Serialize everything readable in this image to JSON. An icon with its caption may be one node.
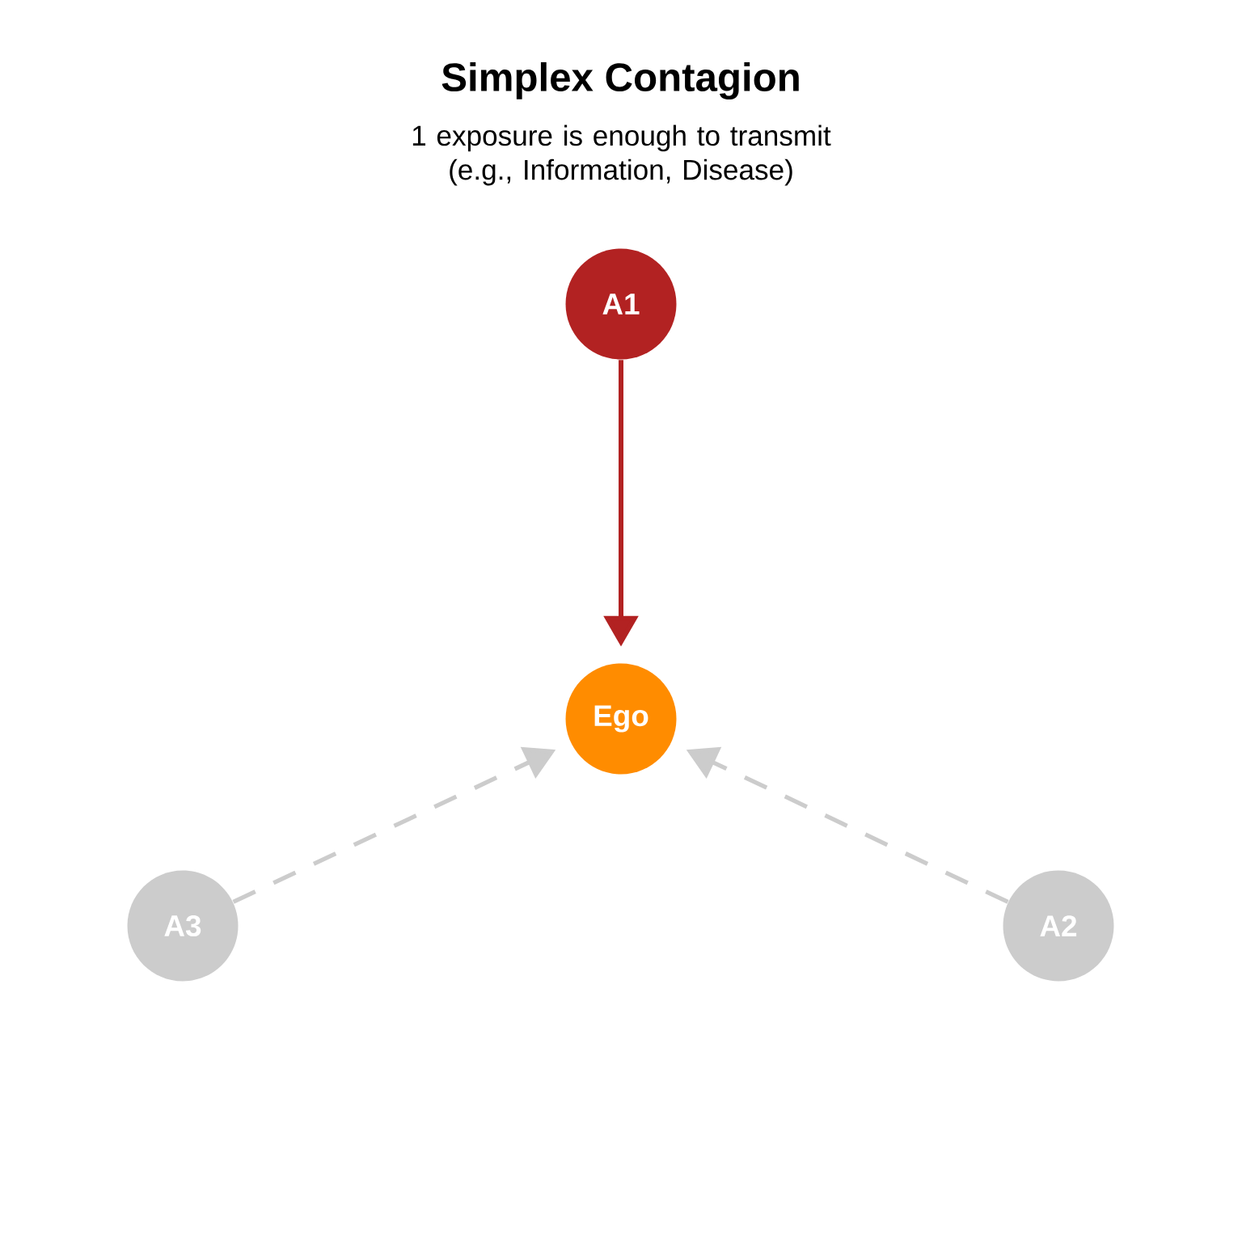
{
  "diagram": {
    "title": "Simplex Contagion",
    "nodes": [
      {
        "text": [
          "A1"
        ]
      },
      {
        "text": [
          "Ego"
        ]
      },
      {
        "text": [
          "A3"
        ]
      },
      {
        "text": [
          "A2"
        ]
      }
    ],
    "edges": [
      {
        "from": 0,
        "to": 1,
        "arrow": "to",
        "color": "#b22222"
      },
      {
        "from": 3,
        "to": 1,
        "arrow": "to",
        "style": "dashed"
      },
      {
        "from": 2,
        "to": 1,
        "arrow": "to",
        "style": "dashed"
      }
    ],
    "labels": [
      "1 exposure is enough to transmit (e.g., Information, Disease)"
    ]
  }
}
